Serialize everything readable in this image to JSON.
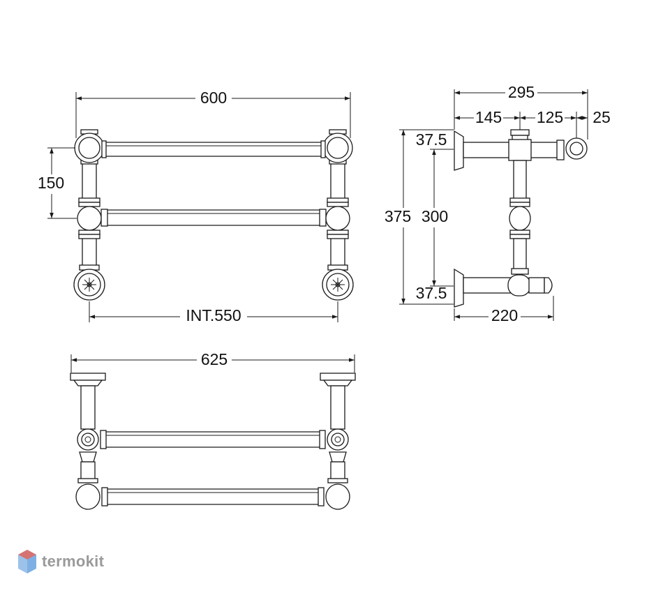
{
  "dimensions": {
    "front_width": "600",
    "front_rail_spacing": "150",
    "front_internal_width": "INT.550",
    "side_total_depth": "295",
    "side_depth_1": "145",
    "side_depth_2": "125",
    "side_depth_3": "25",
    "side_height_total": "375",
    "side_height_rails": "300",
    "side_top_offset": "37.5",
    "side_bottom_offset": "37.5",
    "side_bottom_depth": "220",
    "top_view_width": "625"
  },
  "brand": {
    "name": "termokit",
    "accent_color": "#e8584a",
    "secondary_color": "#4a90d9"
  }
}
